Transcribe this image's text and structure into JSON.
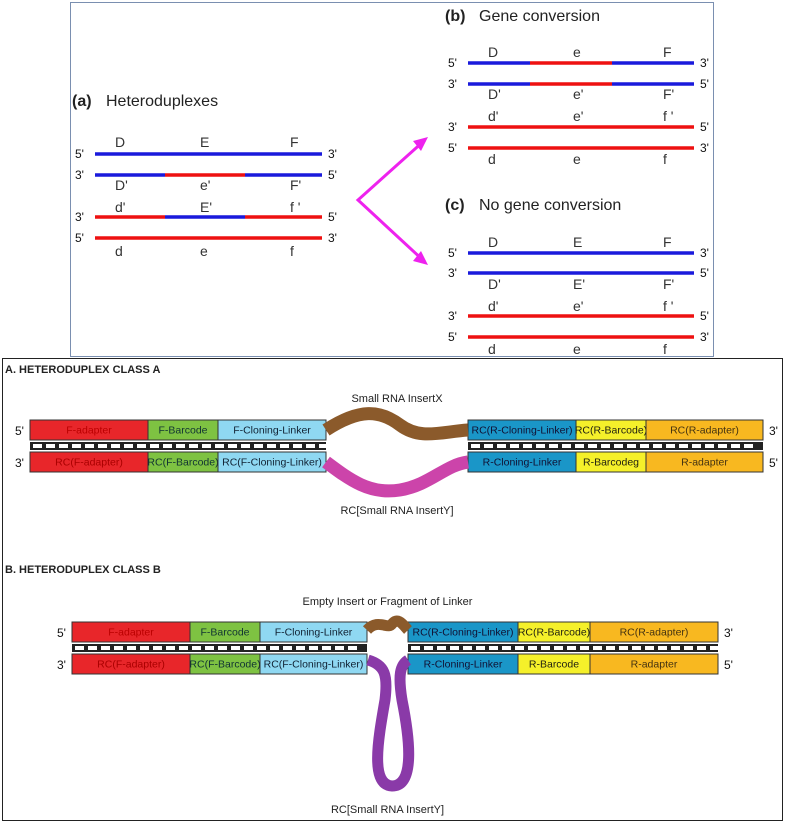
{
  "colors": {
    "blue": "#1a1adc",
    "red": "#ee1111",
    "magenta": "#ee22ee",
    "adapter": "#e8262a",
    "barcode": "#7ec242",
    "linker_f": "#8fd8f2",
    "linker_r": "#1a96c8",
    "rbarcode": "#f5f02a",
    "radapter": "#f8b820",
    "insert_x": "#8b5a2b",
    "insert_y": "#cc44aa",
    "loop": "#8a3aa8"
  },
  "top": {
    "a": {
      "tag": "(a)",
      "title": "Heteroduplexes",
      "upper": [
        "D",
        "E",
        "F"
      ],
      "l2": [
        "D'",
        "e'",
        "F'"
      ],
      "l3": [
        "d'",
        "E'",
        "f '"
      ],
      "lower": [
        "d",
        "e",
        "f"
      ]
    },
    "b": {
      "tag": "(b)",
      "title": "Gene conversion",
      "upper": [
        "D",
        "e",
        "F"
      ],
      "l2": [
        "D'",
        "e'",
        "F'"
      ],
      "l3": [
        "d'",
        "e'",
        "f '"
      ],
      "lower": [
        "d",
        "e",
        "f"
      ]
    },
    "c": {
      "tag": "(c)",
      "title": "No gene conversion",
      "upper": [
        "D",
        "E",
        "F"
      ],
      "l2": [
        "D'",
        "E'",
        "F'"
      ],
      "l3": [
        "d'",
        "e'",
        "f '"
      ],
      "lower": [
        "d",
        "e",
        "f"
      ]
    },
    "five": "5'",
    "three": "3'"
  },
  "bottom": {
    "classA": {
      "title": "A. HETERODUPLEX CLASS A",
      "insert_top": "Small RNA InsertX",
      "insert_bottom": "RC[Small RNA InsertY]",
      "top_left": [
        "F-adapter",
        "F-Barcode",
        "F-Cloning-Linker"
      ],
      "top_right": [
        "RC(R-Cloning-Linker)",
        "RC(R-Barcode)",
        "RC(R-adapter)"
      ],
      "bot_left": [
        "RC(F-adapter)",
        "RC(F-Barcode)",
        "RC(F-Cloning-Linker)"
      ],
      "bot_right": [
        "R-Cloning-Linker",
        "R-Barcodeg",
        "R-adapter"
      ]
    },
    "classB": {
      "title": "B. HETERODUPLEX CLASS B",
      "insert_top": "Empty Insert or Fragment of Linker",
      "insert_bottom": "RC[Small RNA InsertY]",
      "top_left": [
        "F-adapter",
        "F-Barcode",
        "F-Cloning-Linker"
      ],
      "top_right": [
        "RC(R-Cloning-Linker)",
        "RC(R-Barcode)",
        "RC(R-adapter)"
      ],
      "bot_left": [
        "RC(F-adapter)",
        "RC(F-Barcode)",
        "RC(F-Cloning-Linker)"
      ],
      "bot_right": [
        "R-Cloning-Linker",
        "R-Barcode",
        "R-adapter"
      ]
    },
    "five": "5'",
    "three": "3'"
  }
}
